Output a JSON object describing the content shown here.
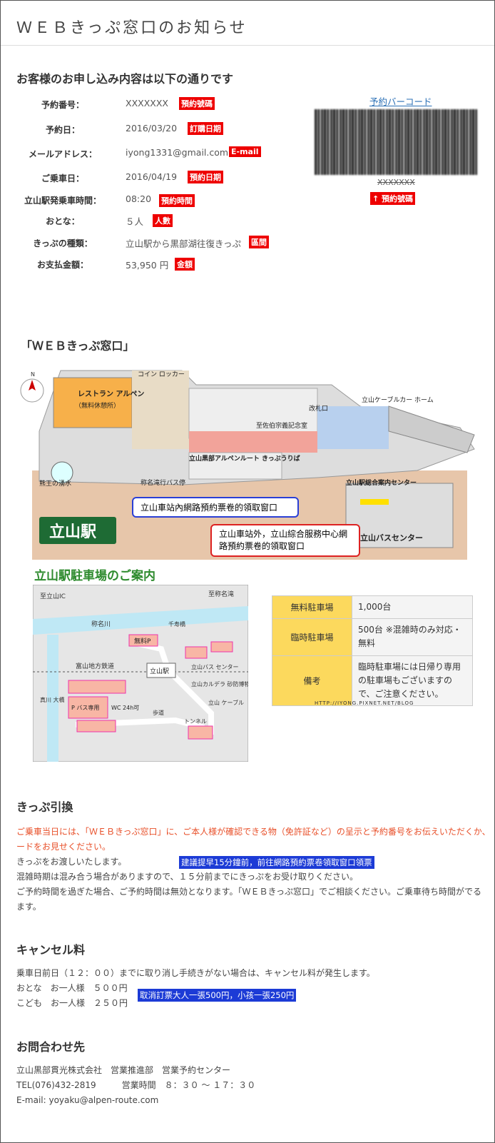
{
  "page_title": "ＷＥＢきっぷ窓口のお知らせ",
  "order": {
    "heading": "お客様のお申し込み内容は以下の通りです",
    "rows": [
      {
        "label": "予約番号：",
        "value": "XXXXXXX",
        "tag": "預約號碼"
      },
      {
        "label": "予約日：",
        "value": "2016/03/20",
        "tag": "訂購日期"
      },
      {
        "label": "メールアドレス：",
        "value": "iyong1331@gmail.com",
        "tag": "E-mail"
      },
      {
        "label": "ご乗車日：",
        "value": "2016/04/19",
        "tag": "預約日期"
      },
      {
        "label": "立山駅発乗車時間：",
        "value": "08:20",
        "tag": "預約時間"
      },
      {
        "label": "おとな：",
        "value": "５人",
        "tag": "人數"
      },
      {
        "label": "きっぷの種類：",
        "value": "立山駅から黒部湖往復きっぷ",
        "tag": "區間"
      },
      {
        "label": "お支払金額：",
        "value": "53,950 円",
        "tag": "金額"
      }
    ],
    "barcode_link": "予約バーコード",
    "barcode_number": "XXXXXXX",
    "barcode_tag": "↑ 預約號碼"
  },
  "station_map": {
    "heading": "「ＷＥＢきっぷ窓口」",
    "station_name": "立山駅",
    "labels": {
      "restaurant": "レストラン アルペン",
      "restaurant_sub": "（無料休憩所）",
      "coin_locker": "コイン ロッカー",
      "ticket_gate": "改札口",
      "cable_car": "立山ケーブルカー ホーム",
      "memorial": "至佐伯宗義記念室",
      "ticket_counter": "立山黒部アルペンルート きっぷうりば",
      "bus_stop": "称名滝行バス停",
      "spring": "熊王の湧水",
      "info_center": "立山駅総合案内センター",
      "bus_center": "立山バスセンター",
      "north": "N"
    },
    "callout_inside": "立山車站內網路預約票卷的領取窗口",
    "callout_outside": "立山車站外，立山綜合服務中心網路預約票卷的領取窗口"
  },
  "parking": {
    "heading": "立山駅駐車場のご案内",
    "map_labels": {
      "tateyama_ic": "至立山IC",
      "shomyo_taki": "至称名滝",
      "river": "称名川",
      "bridge": "千寿橋",
      "railway": "富山地方鉄道",
      "station": "立山駅",
      "bus_center": "立山バス センター",
      "caldera": "立山カルデラ 砂防博物館",
      "cable": "立山 ケーブル",
      "tunnel": "トンネル",
      "walkway": "歩道",
      "bridge2": "真川 大橋",
      "free_p": "無料P",
      "bus_p": "P バス専用",
      "wc": "WC 24h可"
    },
    "table": [
      {
        "key": "無料駐車場",
        "value": "1,000台"
      },
      {
        "key": "臨時駐車場",
        "value": "500台 ※混雑時のみ対応・無料"
      },
      {
        "key": "備考",
        "value": "臨時駐車場には日帰り専用の駐車場もございますので、ご注意ください。"
      }
    ],
    "watermark": "HTTP://IYONG.PIXNET.NET/BLOG"
  },
  "pickup": {
    "heading": "きっぷ引換",
    "line1": "ご乗車当日には、「ＷＥＢきっぷ窓口」に、ご本人様が確認できる物（免許証など）の呈示と予約番号をお伝えいただくか、",
    "line2": "ードをお見せください。",
    "line3": "きっぷをお渡しいたします。",
    "tag": "建議提早15分鐘前，前往網路預約票卷領取窗口領票",
    "line4": "混雑時期は混み合う場合がありますので、１５分前までにきっぷをお受け取りください。",
    "line5": "ご予約時間を過ぎた場合、ご予約時間は無効となります。「ＷＥＢきっぷ窓口」でご相談ください。ご乗車待ち時間がでる",
    "line6": "ます。"
  },
  "cancel": {
    "heading": "キャンセル料",
    "line1": "乗車日前日（１２：００）までに取り消し手続きがない場合は、キャンセル料が発生します。",
    "line2": "おとな　お一人様　５００円",
    "line3": "こども　お一人様　２５０円",
    "tag": "取消訂票大人一張500円，小孩一張250円"
  },
  "contact": {
    "heading": "お問合わせ先",
    "line1": "立山黒部貫光株式会社　営業推進部　営業予約センター",
    "line2": "TEL(076)432-2819　　　営業時間　８：３０ ～ １７：３０",
    "line3": "E-mail: yoyaku@alpen-route.com"
  },
  "colors": {
    "tag_red": "#e00000",
    "tag_blue": "#1c3bd6",
    "table_key": "#fcd95d",
    "green_heading": "#2e8b2e"
  }
}
